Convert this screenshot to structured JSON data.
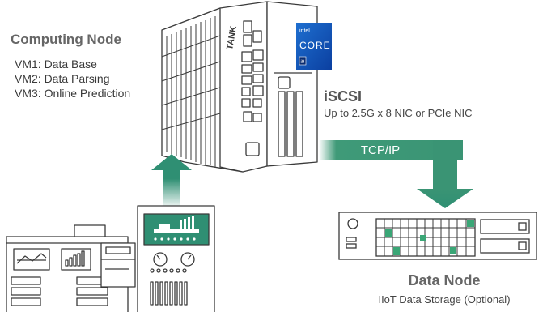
{
  "computing_node": {
    "title": "Computing Node",
    "vms": [
      "VM1: Data Base",
      "VM2: Data Parsing",
      "VM3: Online Prediction"
    ]
  },
  "iscsi": {
    "title": "iSCSI",
    "subtitle": "Up to 2.5G x 8 NIC or PCIe NIC"
  },
  "tcp_ip": {
    "label": "TCP/IP"
  },
  "data_node": {
    "title": "Data Node",
    "subtitle": "IIoT Data Storage (Optional)"
  },
  "chip_badge": {
    "brand": "intel",
    "core": "CORE",
    "tier": "i9"
  },
  "server_logo": "TANK",
  "colors": {
    "arrow_green": "#2f8f73",
    "accent_green": "#3aa676",
    "line": "#3a3a3a"
  }
}
